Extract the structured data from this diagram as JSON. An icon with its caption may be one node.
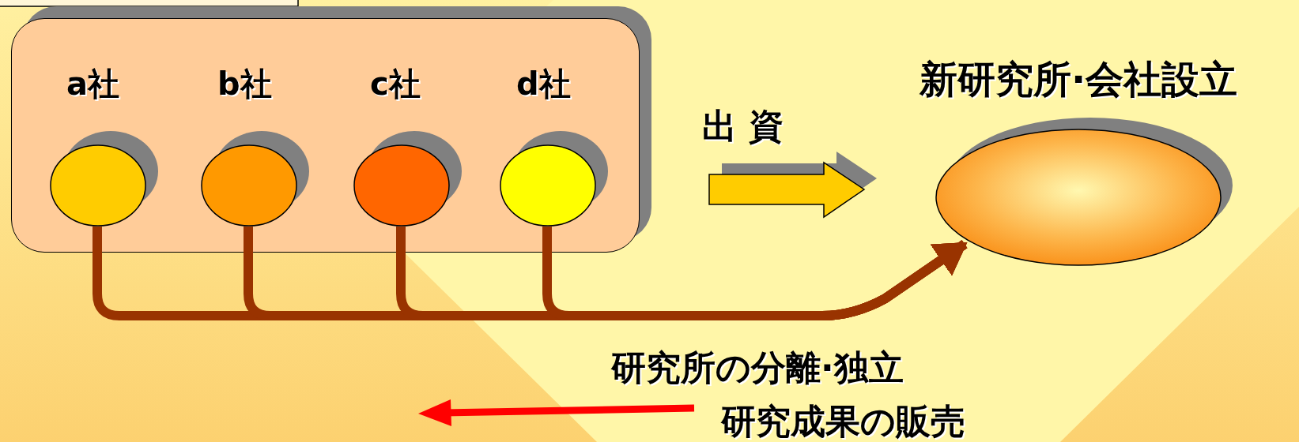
{
  "diagram": {
    "nodes": [
      {
        "text": [],
        "shape": "box"
      },
      {
        "text": [
          "a社"
        ],
        "in": 0
      },
      {
        "text": [
          "b社"
        ],
        "in": 0
      },
      {
        "text": [
          "c社"
        ],
        "in": 0
      },
      {
        "text": [
          "d社"
        ],
        "in": 0
      },
      {
        "text": [
          "新研究所·会社設立"
        ]
      }
    ],
    "edges": [
      {
        "from": 0,
        "to": 5,
        "arrow": "to",
        "label": "出 資"
      },
      {
        "from": 1,
        "to": 5,
        "arrow": "to",
        "label": "研究所の分離·独立"
      },
      {
        "from": 2,
        "to": 5,
        "arrow": "to"
      },
      {
        "from": 3,
        "to": 5,
        "arrow": "to"
      },
      {
        "from": 4,
        "to": 5,
        "arrow": "to"
      }
    ],
    "labels": [
      "研究成果の販売"
    ]
  }
}
